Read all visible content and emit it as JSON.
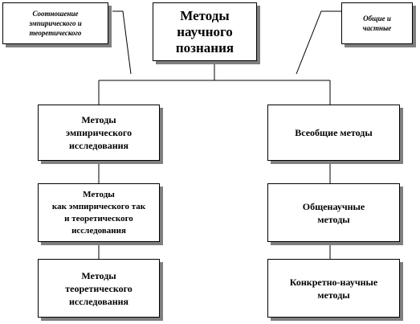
{
  "diagram": {
    "title": "Методы\nнаучного\nпознания",
    "note_left": "Соотношение\nэмпирического и\nтеоретического",
    "note_right": "Общие и\nчастные",
    "left_column": [
      "Методы\nэмпирического\nисследования",
      "Методы\nкак эмпирического так\nи теоретического\nисследования",
      "Методы\nтеоретического\nисследования"
    ],
    "right_column": [
      "Всеобщие методы",
      "Общенаучные\nметоды",
      "Конкретно-научные\nметоды"
    ]
  }
}
